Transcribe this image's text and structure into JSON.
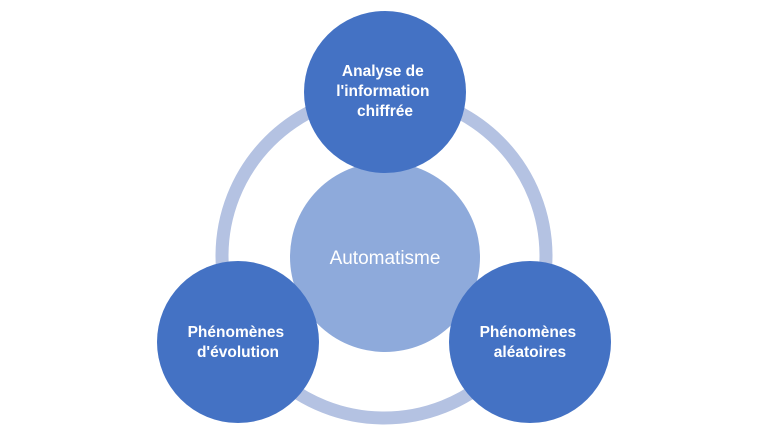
{
  "diagram": {
    "type": "cycle-with-center",
    "colors": {
      "ring": "#b4c2e2",
      "center": "#8eaadb",
      "node": "#4472c4",
      "text": "#ffffff",
      "background": "#ffffff"
    },
    "center": {
      "label": "Automatisme"
    },
    "nodes": [
      {
        "id": "top",
        "lines": [
          "Analyse de",
          "l'information",
          "chiffrée"
        ]
      },
      {
        "id": "bottom-left",
        "lines": [
          "Phénomènes",
          "d'évolution"
        ]
      },
      {
        "id": "bottom-right",
        "lines": [
          "Phénomènes",
          "aléatoires"
        ]
      }
    ]
  }
}
